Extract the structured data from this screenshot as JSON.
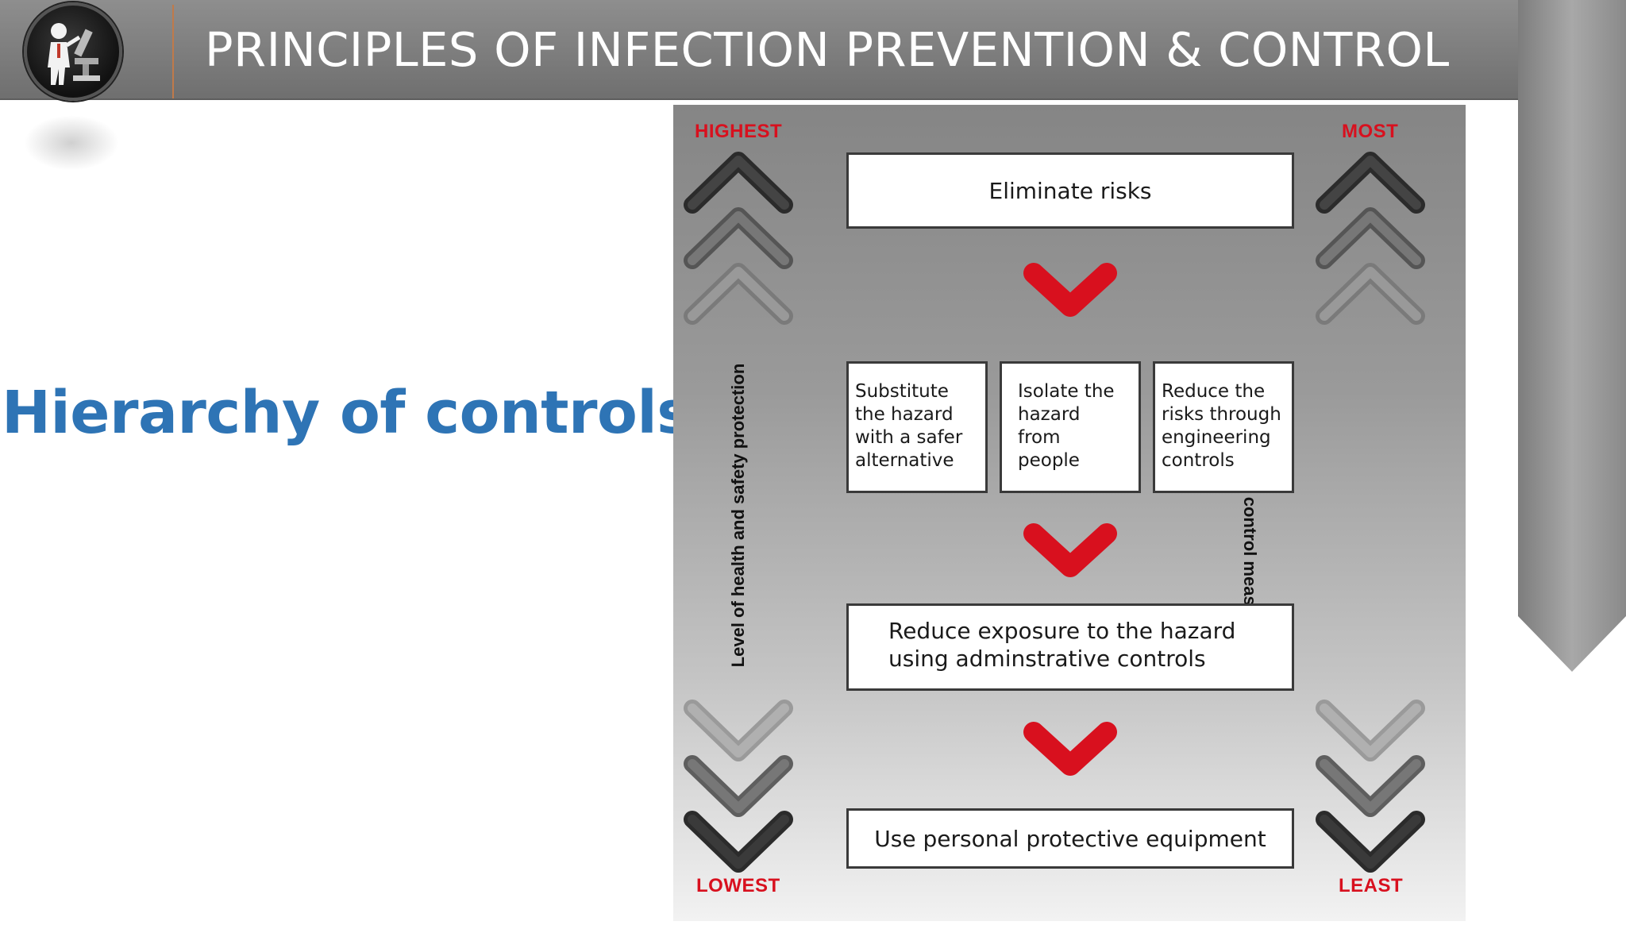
{
  "header": {
    "title": "PRINCIPLES OF INFECTION PREVENTION & CONTROL",
    "logo_icon": "scientist-microscope-logo-icon"
  },
  "slide": {
    "side_title": "Hierarchy of controls"
  },
  "diagram": {
    "left_top_label": "HIGHEST",
    "left_bottom_label": "LOWEST",
    "right_top_label": "MOST",
    "right_bottom_label": "LEAST",
    "left_axis_label": "Level of health and safety protection",
    "right_axis_label": "Reliability of control measures",
    "steps": {
      "eliminate": "Eliminate risks",
      "substitute": "Substitute\nthe hazard\nwith a safer\nalternative",
      "isolate": "Isolate the\nhazard\nfrom\npeople",
      "engineering": "Reduce the\nrisks through\nengineering\ncontrols",
      "administrative": "Reduce exposure to the hazard\nusing adminstrative controls",
      "ppe": "Use personal protective equipment"
    },
    "colors": {
      "accent_red": "#d8101e",
      "title_blue": "#2e74b5"
    }
  }
}
